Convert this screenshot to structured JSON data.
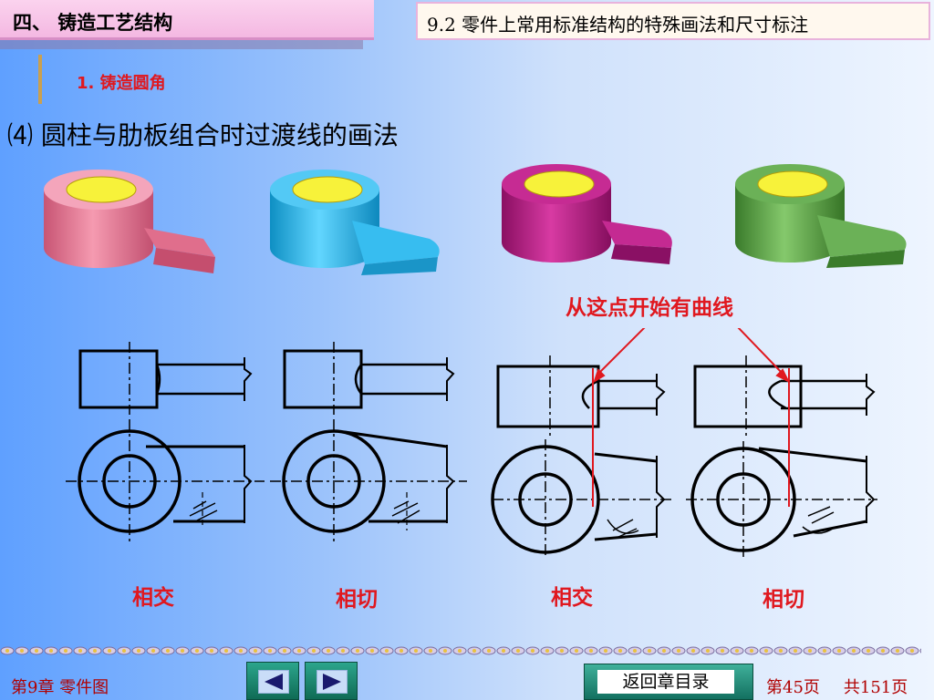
{
  "header": {
    "section_title": "四、 铸造工艺结构",
    "chapter_title": "9.2 零件上常用标准结构的特殊画法和尺寸标注"
  },
  "subtitle": "1. 铸造圆角",
  "heading": "⑷ 圆柱与肋板组合时过渡线的画法",
  "models": [
    {
      "name": "pink-model",
      "color": "#e07a93"
    },
    {
      "name": "blue-model",
      "color": "#27b5e6"
    },
    {
      "name": "magenta-model",
      "color": "#b0177e"
    },
    {
      "name": "green-model",
      "color": "#4f9b3f"
    }
  ],
  "annotation": "从这点开始有曲线",
  "captions": [
    "相交",
    "相切",
    "相交",
    "相切"
  ],
  "footer": {
    "chapter": "第9章 零件图",
    "return_label": "返回章目录",
    "page": "第45页",
    "total": "共151页"
  },
  "colors": {
    "accent_red": "#e0181f",
    "header_pink": "#f4b8e2",
    "nav_green": "#1f8a72"
  },
  "icons": {
    "prev": "triangle-left-icon",
    "next": "triangle-right-icon"
  }
}
